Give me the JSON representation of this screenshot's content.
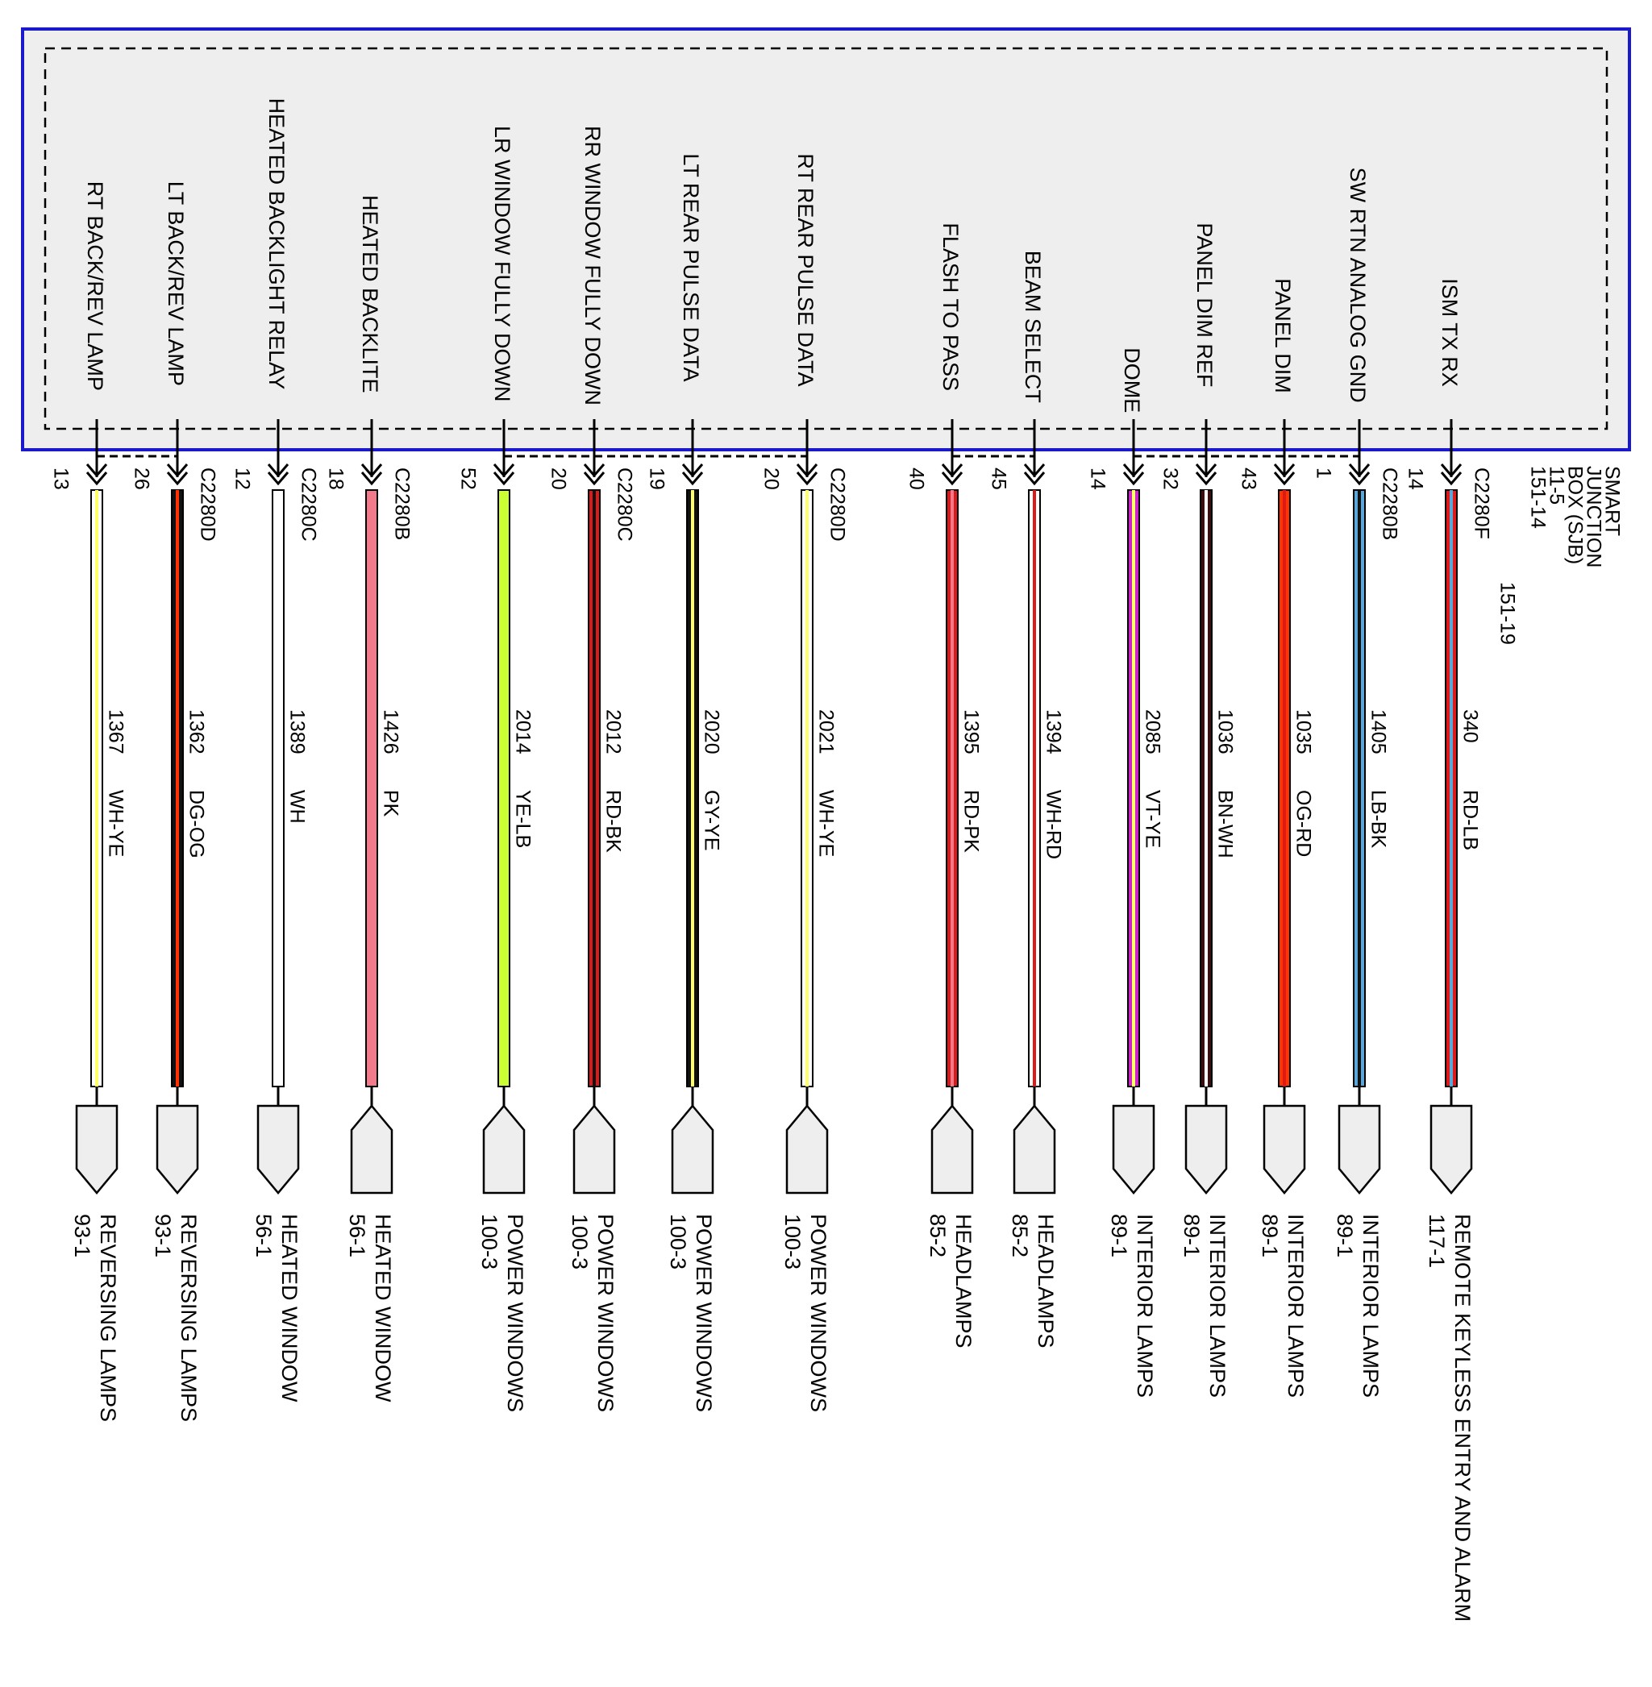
{
  "module": {
    "name_lines": [
      "SMART",
      "JUNCTION",
      "BOX (SJB)",
      "11-5",
      "151-14"
    ],
    "extra_ref": "151-19"
  },
  "colors": {
    "frame": "#1a1acc",
    "box_fill": "#eeeeef",
    "WH": "#ffffff",
    "YE": "#ffff66",
    "DG": "#111111",
    "OG": "#ff3300",
    "PK": "#f27a8a",
    "LB": "#5aa6d8",
    "RD": "#dd1a1a",
    "BK": "#111111",
    "GY": "#111111",
    "VT": "#cc22cc",
    "BN": "#3b0f0f",
    "YE-LB": "#c9ff33"
  },
  "circuits": [
    {
      "signal": "RT BACK/REV LAMP",
      "pin": "13",
      "connector": "",
      "circuit": "1367",
      "wire": "WH-YE",
      "base": "WH",
      "stripe": "YE",
      "arrow": "down",
      "dest": "REVERSING LAMPS",
      "page": "93-1"
    },
    {
      "signal": "LT BACK/REV LAMP",
      "pin": "26",
      "connector": "C2280D",
      "circuit": "1362",
      "wire": "DG-OG",
      "base": "DG",
      "stripe": "OG",
      "arrow": "down",
      "dest": "REVERSING LAMPS",
      "page": "93-1"
    },
    {
      "signal": "HEATED BACKLIGHT RELAY",
      "pin": "12",
      "connector": "C2280C",
      "circuit": "1389",
      "wire": "WH",
      "base": "WH",
      "stripe": "",
      "arrow": "down",
      "dest": "HEATED WINDOW",
      "page": "56-1"
    },
    {
      "signal": "HEATED BACKLITE",
      "pin": "18",
      "connector": "C2280B",
      "circuit": "1426",
      "wire": "PK",
      "base": "PK",
      "stripe": "",
      "arrow": "up",
      "dest": "HEATED WINDOW",
      "page": "56-1"
    },
    {
      "signal": "LR WINDOW FULLY DOWN",
      "pin": "52",
      "connector": "",
      "circuit": "2014",
      "wire": "YE-LB",
      "base": "YE-LB",
      "stripe": "",
      "arrow": "up",
      "dest": "POWER WINDOWS",
      "page": "100-3"
    },
    {
      "signal": "RR WINDOW FULLY DOWN",
      "pin": "20",
      "connector": "C2280C",
      "circuit": "2012",
      "wire": "RD-BK",
      "base": "RD",
      "stripe": "BK",
      "arrow": "up",
      "dest": "POWER WINDOWS",
      "page": "100-3"
    },
    {
      "signal": "LT REAR PULSE DATA",
      "pin": "19",
      "connector": "",
      "circuit": "2020",
      "wire": "GY-YE",
      "base": "GY",
      "stripe": "YE",
      "arrow": "up",
      "dest": "POWER WINDOWS",
      "page": "100-3"
    },
    {
      "signal": "RT REAR PULSE DATA",
      "pin": "20",
      "connector": "C2280D",
      "circuit": "2021",
      "wire": "WH-YE",
      "base": "WH",
      "stripe": "YE",
      "arrow": "up",
      "dest": "POWER WINDOWS",
      "page": "100-3"
    },
    {
      "signal": "FLASH TO PASS",
      "pin": "40",
      "connector": "",
      "circuit": "1395",
      "wire": "RD-PK",
      "base": "RD",
      "stripe": "PK",
      "arrow": "up",
      "dest": "HEADLAMPS",
      "page": "85-2"
    },
    {
      "signal": "BEAM SELECT",
      "pin": "45",
      "connector": "",
      "circuit": "1394",
      "wire": "WH-RD",
      "base": "WH",
      "stripe": "RD",
      "arrow": "up",
      "dest": "HEADLAMPS",
      "page": "85-2"
    },
    {
      "signal": "DOME",
      "pin": "14",
      "connector": "",
      "circuit": "2085",
      "wire": "VT-YE",
      "base": "VT",
      "stripe": "YE",
      "arrow": "down",
      "dest": "INTERIOR LAMPS",
      "page": "89-1"
    },
    {
      "signal": "PANEL DIM REF",
      "pin": "32",
      "connector": "",
      "circuit": "1036",
      "wire": "BN-WH",
      "base": "BN",
      "stripe": "WH",
      "arrow": "down",
      "dest": "INTERIOR LAMPS",
      "page": "89-1"
    },
    {
      "signal": "PANEL DIM",
      "pin": "43",
      "connector": "",
      "circuit": "1035",
      "wire": "OG-RD",
      "base": "OG",
      "stripe": "RD",
      "arrow": "down",
      "dest": "INTERIOR LAMPS",
      "page": "89-1"
    },
    {
      "signal": "SW RTN ANALOG GND",
      "pin": "1",
      "connector": "C2280B",
      "circuit": "1405",
      "wire": "LB-BK",
      "base": "LB",
      "stripe": "BK",
      "arrow": "down",
      "dest": "INTERIOR LAMPS",
      "page": "89-1"
    },
    {
      "signal": "ISM TX RX",
      "pin": "14",
      "connector": "C2280F",
      "circuit": "340",
      "wire": "RD-LB",
      "base": "RD",
      "stripe": "LB",
      "arrow": "down",
      "dest": "REMOTE KEYLESS ENTRY AND ALARM",
      "page": "117-1"
    }
  ]
}
